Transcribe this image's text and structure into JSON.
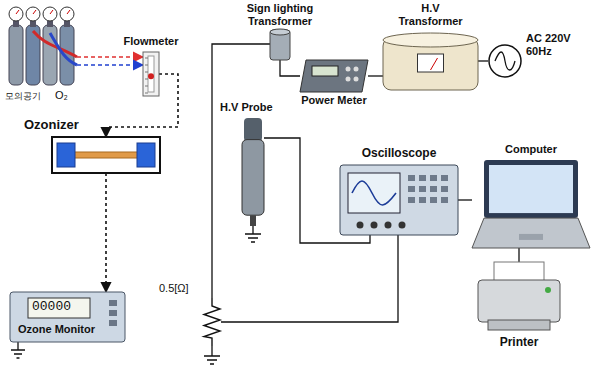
{
  "diagram": {
    "nodes": [
      {
        "text": [
          "모의공기",
          "O₂"
        ]
      },
      {
        "text": [
          "Flowmeter"
        ]
      },
      {
        "text": [
          "Ozonizer"
        ]
      },
      {
        "text": [
          "00000",
          "Ozone Monitor"
        ]
      },
      {
        "text": [
          "Sign lighting Transformer"
        ]
      },
      {
        "text": [
          "H.V Transformer"
        ]
      },
      {
        "text": [
          "AC 220V 60Hz"
        ]
      },
      {
        "text": [
          "Power Meter"
        ]
      },
      {
        "text": [
          "H.V Probe"
        ]
      },
      {
        "text": [
          "Oscilloscope"
        ]
      },
      {
        "text": [
          "Computer"
        ]
      },
      {
        "text": [
          "Printer"
        ]
      },
      {
        "text": [
          "0.5[Ω]"
        ]
      }
    ],
    "edges": [
      {
        "from": 0,
        "to": 1,
        "arrow": "to"
      },
      {
        "from": 0,
        "to": 1,
        "arrow": "to"
      },
      {
        "from": 1,
        "to": 2,
        "arrow": "to"
      },
      {
        "from": 2,
        "to": 3,
        "arrow": "to"
      },
      {
        "from": 4,
        "to": 12,
        "arrow": "none"
      },
      {
        "from": 5,
        "to": 6,
        "arrow": "none"
      },
      {
        "from": 7,
        "to": 5,
        "arrow": "none"
      },
      {
        "from": 4,
        "to": 7,
        "arrow": "none"
      },
      {
        "from": 8,
        "to": 9,
        "arrow": "none"
      },
      {
        "from": 12,
        "to": 9,
        "arrow": "none"
      },
      {
        "from": 9,
        "to": 10,
        "arrow": "none"
      },
      {
        "from": 10,
        "to": 11,
        "arrow": "none"
      }
    ]
  }
}
